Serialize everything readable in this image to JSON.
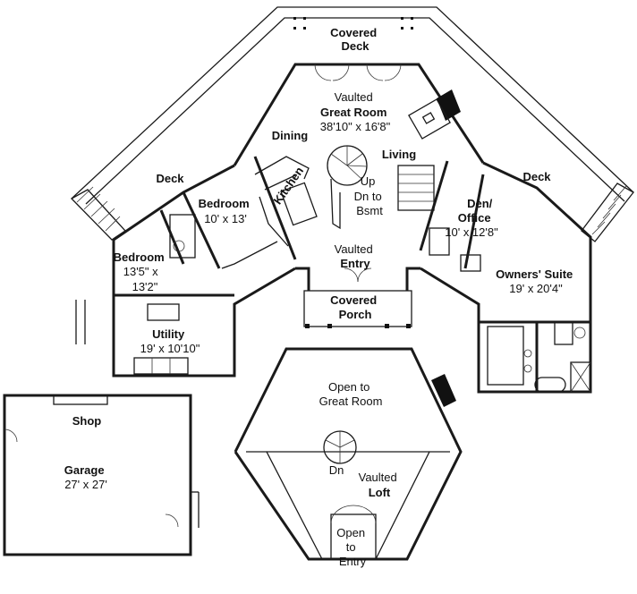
{
  "labels": {
    "covered_deck": [
      "Covered",
      "Deck"
    ],
    "deck_left": "Deck",
    "deck_right": "Deck",
    "great_room": [
      "Vaulted",
      "Great Room",
      "38'10\" x 16'8\""
    ],
    "dining": "Dining",
    "living": "Living",
    "kitchen": "Kitchen",
    "bedroom_1": [
      "Bedroom",
      "10' x 13'"
    ],
    "bedroom_2": [
      "Bedroom",
      "13'5\" x",
      "13'2\""
    ],
    "den": [
      "Den/",
      "Office",
      "10' x 12'8\""
    ],
    "owners_suite": [
      "Owners' Suite",
      "19' x 20'4\""
    ],
    "stair_up": "Up",
    "stair_down_bsmt": [
      "Dn to",
      "Bsmt"
    ],
    "entry": [
      "Vaulted",
      "Entry"
    ],
    "covered_porch": [
      "Covered",
      "Porch"
    ],
    "utility": [
      "Utility",
      "19' x 10'10\""
    ],
    "shop": "Shop",
    "garage": [
      "Garage",
      "27' x 27'"
    ],
    "open_to_great_room": [
      "Open to",
      "Great Room"
    ],
    "loft_stair_down": "Dn",
    "loft": [
      "Vaulted",
      "Loft"
    ],
    "open_to_entry": [
      "Open",
      "to",
      "Entry"
    ]
  }
}
